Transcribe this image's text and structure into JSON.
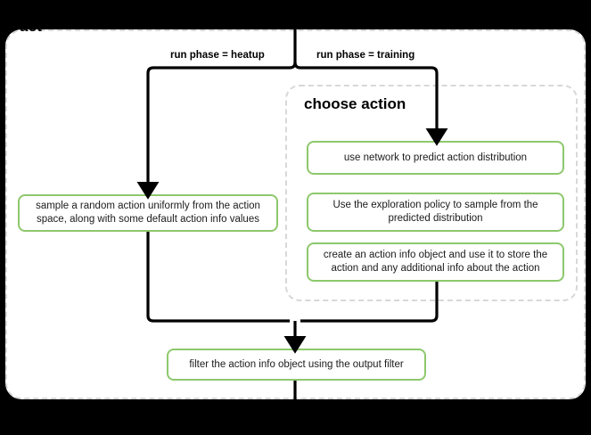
{
  "diagram": {
    "title": "act",
    "type": "flowchart",
    "background_color": "#000000",
    "canvas_color": "#ffffff",
    "accent_color": "#8dc86c",
    "dashed_border_color": "#d8d8d8",
    "arrow_color": "#000000"
  },
  "containers": {
    "outer": {
      "label": "act"
    },
    "inner": {
      "label": "choose action"
    }
  },
  "edge_labels": {
    "heatup": "run phase = heatup",
    "training": "run phase = training"
  },
  "nodes": {
    "sample_random": "sample a random action uniformly from the action space, along with some default action info values",
    "use_network": "use network to predict action distribution",
    "exploration_policy": "Use the exploration policy to sample from the predicted distribution",
    "create_action_info": "create an action info object and use it to store the action and any additional info about the action",
    "filter_action_info": "filter the action info object using the output filter"
  }
}
